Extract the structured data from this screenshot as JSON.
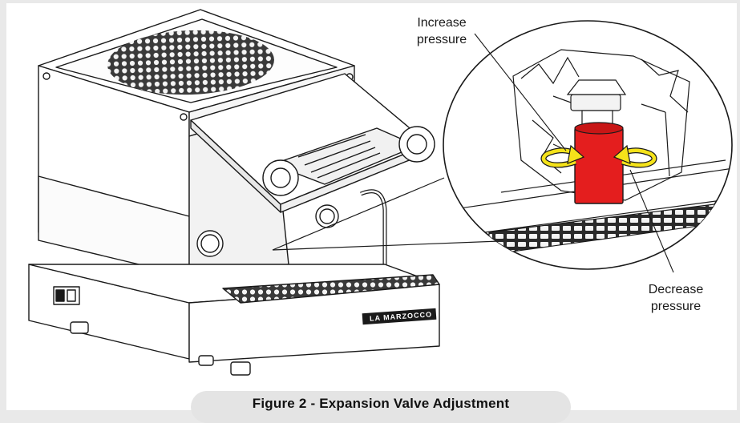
{
  "labels": {
    "increase": [
      "Increase",
      "pressure"
    ],
    "decrease": [
      "Decrease",
      "pressure"
    ]
  },
  "caption": "Figure 2 - Expansion Valve Adjustment",
  "brand_plate": "LA MARZOCCO",
  "colors": {
    "valve_highlight": "#e41e1e",
    "rotation_arrows": "#f5e31a",
    "line_art": "#1a1a1a",
    "background": "#e9e9e9",
    "caption_pill": "#e4e4e4"
  },
  "icons": {
    "increase_arrow": "rotate-counter-clockwise-icon",
    "decrease_arrow": "rotate-clockwise-icon"
  }
}
